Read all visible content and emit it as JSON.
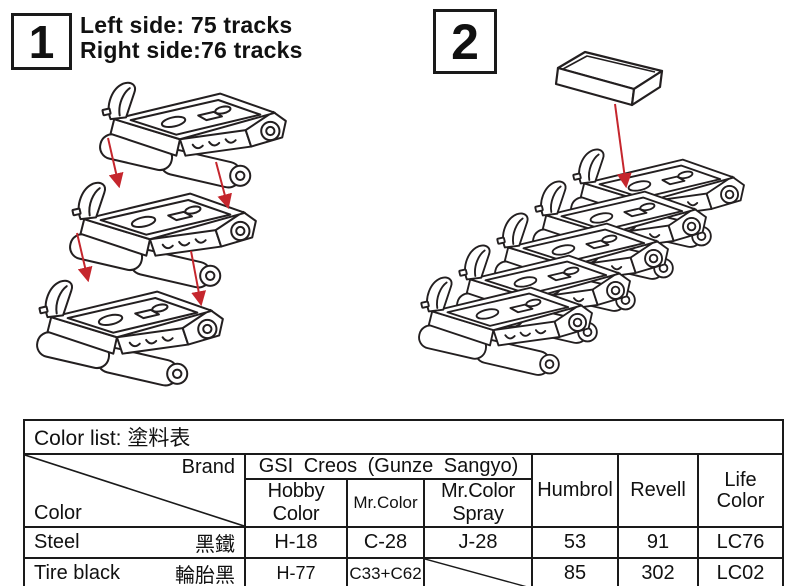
{
  "page": {
    "background": "#ffffff"
  },
  "colors": {
    "line": "#231f20",
    "arrow": "#c5262d"
  },
  "steps": [
    {
      "number": "1",
      "note_lines": [
        "Left side: 75 tracks",
        "Right side:76 tracks"
      ],
      "links_depicted": 3
    },
    {
      "number": "2",
      "links_depicted": 5
    }
  ],
  "color_table": {
    "title": "Color list:  塗料表",
    "corner": {
      "top_right": "Brand",
      "bottom_left": "Color"
    },
    "group_header": "GSI Creos (Gunze Sangyo)",
    "sub_columns": [
      "Hobby Color",
      "Mr.Color",
      "Mr.Color Spray"
    ],
    "brand_columns": [
      "Humbrol",
      "Revell",
      "Life Color"
    ],
    "rows": [
      {
        "color_en": "Steel",
        "color_zh": "黑鐵",
        "hobby_color": "H-18",
        "mr_color": "C-28",
        "mr_color_spray": "J-28",
        "humbrol": "53",
        "revell": "91",
        "life_color": "LC76"
      },
      {
        "color_en": "Tire black",
        "color_zh": "輪胎黑",
        "hobby_color": "H-77",
        "mr_color": "C33+C62",
        "mr_color_spray": "",
        "humbrol": "85",
        "revell": "302",
        "life_color": "LC02"
      }
    ]
  }
}
